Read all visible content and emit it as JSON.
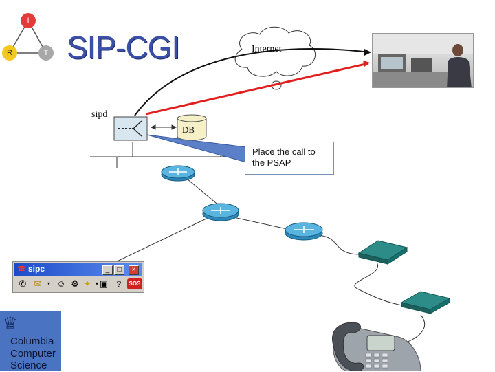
{
  "title": "SIP-CGI",
  "triangle_nodes": {
    "top": "I",
    "left": "R",
    "right": "T"
  },
  "cloud_label": "Internet",
  "sipd_label": "sipd",
  "db_label": "DB",
  "callout_text": "Place the call to the PSAP",
  "toolbar": {
    "title": "sipc",
    "minimize_glyph": "_",
    "maximize_glyph": "□",
    "close_glyph": "×",
    "sos_label": "SOS"
  },
  "logo": {
    "line1": "Columbia",
    "line2": "Computer",
    "line3": "Science"
  },
  "icons": [
    "router-icon",
    "gateway-icon",
    "phone-icon",
    "server-icon",
    "database-icon",
    "cloud-icon",
    "operator-photo"
  ],
  "colors": {
    "title": "#3a4fa8",
    "red_link": "#e02020",
    "callout_border": "#7a8fb5",
    "logo_bg": "#4a74c2",
    "titlebar": "#1c4bc8"
  }
}
